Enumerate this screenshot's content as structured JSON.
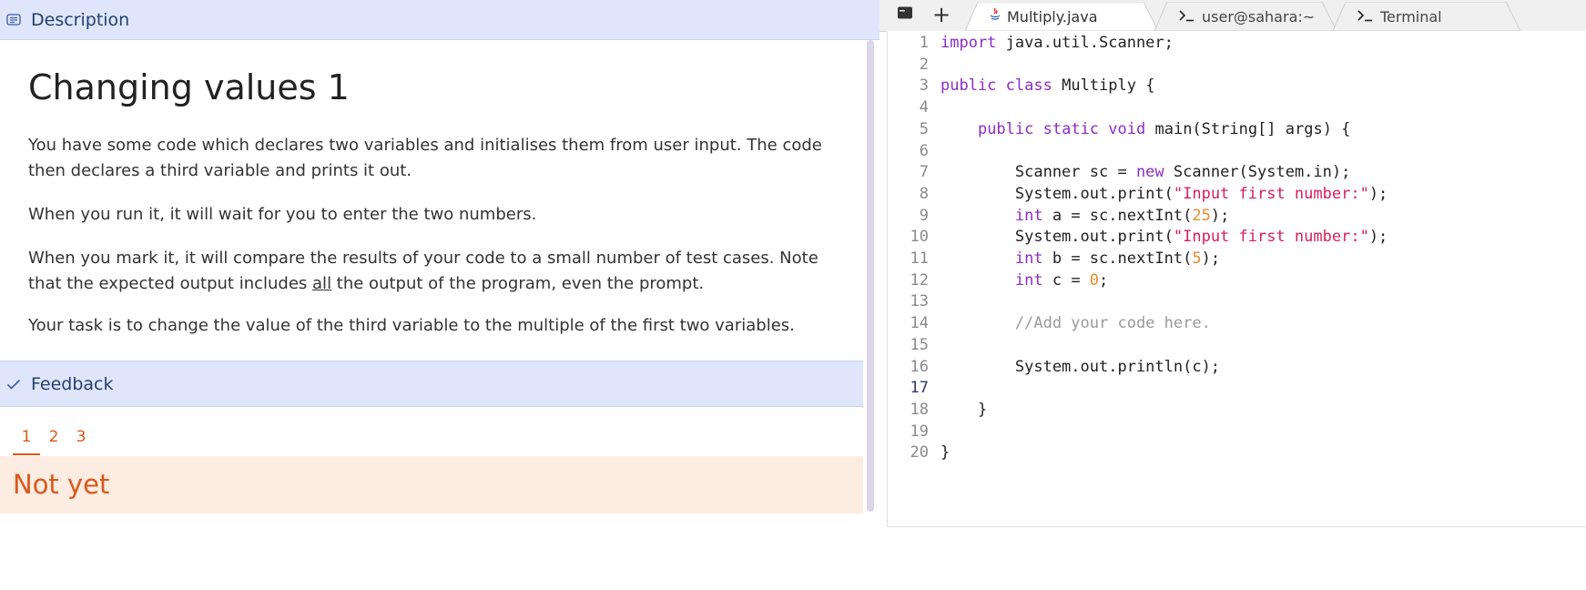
{
  "left_panel": {
    "description_header": "Description",
    "title": "Changing values 1",
    "paragraphs": [
      "You have some code which declares two variables and initialises them from user input. The code then declares a third variable and prints it out.",
      "When you run it, it will wait for you to enter the two numbers.",
      "When you mark it, it will compare the results of your code to a small number of test cases. Note that the expected output includes ",
      "Your task is to change the value of the third variable to the multiple of the first two variables."
    ],
    "p3_underlined": "all",
    "p3_rest": " the output of the program, even the prompt.",
    "feedback_header": "Feedback",
    "feedback_tabs": [
      "1",
      "2",
      "3"
    ],
    "feedback_active_tab": "1",
    "feedback_status": "Not yet",
    "accent_color": "#d9581a"
  },
  "right_panel": {
    "tabs": [
      {
        "label": "Multiply.java",
        "icon": "java-icon",
        "active": true
      },
      {
        "label": "user@sahara:~",
        "icon": "terminal-icon",
        "active": false
      },
      {
        "label": "Terminal",
        "icon": "terminal-icon",
        "active": false
      }
    ],
    "toolbar": {
      "new_label": "+"
    },
    "active_line": 17,
    "code_lines": [
      {
        "n": "1",
        "tokens": [
          [
            "kw",
            "import"
          ],
          [
            "t",
            " java.util.Scanner;"
          ]
        ]
      },
      {
        "n": "2",
        "tokens": []
      },
      {
        "n": "3",
        "tokens": [
          [
            "kw",
            "public"
          ],
          [
            "t",
            " "
          ],
          [
            "kw",
            "class"
          ],
          [
            "t",
            " Multiply {"
          ]
        ]
      },
      {
        "n": "4",
        "tokens": []
      },
      {
        "n": "5",
        "tokens": [
          [
            "t",
            "    "
          ],
          [
            "kw",
            "public"
          ],
          [
            "t",
            " "
          ],
          [
            "kw",
            "static"
          ],
          [
            "t",
            " "
          ],
          [
            "kw",
            "void"
          ],
          [
            "t",
            " main(String[] args) {"
          ]
        ]
      },
      {
        "n": "6",
        "tokens": []
      },
      {
        "n": "7",
        "tokens": [
          [
            "t",
            "        Scanner sc = "
          ],
          [
            "kw",
            "new"
          ],
          [
            "t",
            " Scanner(System.in);"
          ]
        ]
      },
      {
        "n": "8",
        "tokens": [
          [
            "t",
            "        System.out.print("
          ],
          [
            "str",
            "\"Input first number:\""
          ],
          [
            "t",
            ");"
          ]
        ]
      },
      {
        "n": "9",
        "tokens": [
          [
            "t",
            "        "
          ],
          [
            "kw",
            "int"
          ],
          [
            "t",
            " a = sc.nextInt("
          ],
          [
            "num",
            "25"
          ],
          [
            "t",
            ");"
          ]
        ]
      },
      {
        "n": "10",
        "tokens": [
          [
            "t",
            "        System.out.print("
          ],
          [
            "str",
            "\"Input first number:\""
          ],
          [
            "t",
            ");"
          ]
        ]
      },
      {
        "n": "11",
        "tokens": [
          [
            "t",
            "        "
          ],
          [
            "kw",
            "int"
          ],
          [
            "t",
            " b = sc.nextInt("
          ],
          [
            "num",
            "5"
          ],
          [
            "t",
            ");"
          ]
        ]
      },
      {
        "n": "12",
        "tokens": [
          [
            "t",
            "        "
          ],
          [
            "kw",
            "int"
          ],
          [
            "t",
            " c = "
          ],
          [
            "num",
            "0"
          ],
          [
            "t",
            ";"
          ]
        ]
      },
      {
        "n": "13",
        "tokens": []
      },
      {
        "n": "14",
        "tokens": [
          [
            "t",
            "        "
          ],
          [
            "cm",
            "//Add your code here."
          ]
        ]
      },
      {
        "n": "15",
        "tokens": []
      },
      {
        "n": "16",
        "tokens": [
          [
            "t",
            "        System.out.println(c);"
          ]
        ]
      },
      {
        "n": "17",
        "tokens": []
      },
      {
        "n": "18",
        "tokens": [
          [
            "t",
            "    }"
          ]
        ]
      },
      {
        "n": "19",
        "tokens": []
      },
      {
        "n": "20",
        "tokens": [
          [
            "t",
            "}"
          ]
        ]
      }
    ]
  }
}
